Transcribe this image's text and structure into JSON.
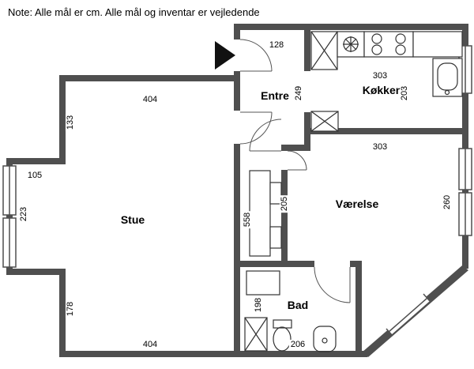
{
  "note": "Note: Alle mål er cm. Alle mål og inventar er vejledende",
  "units": "cm",
  "colors": {
    "wall": "#4f4f4f",
    "background": "#ffffff",
    "fixture_stroke": "#333333",
    "arrow": "#111111"
  },
  "rooms": [
    {
      "name": "stue",
      "label": "Stue"
    },
    {
      "name": "entre",
      "label": "Entre"
    },
    {
      "name": "kokken",
      "label": "Køkken"
    },
    {
      "name": "vaerelse",
      "label": "Værelse"
    },
    {
      "name": "bad",
      "label": "Bad"
    }
  ],
  "dimensions_cm": [
    {
      "value": "128",
      "location": "entre-top"
    },
    {
      "value": "404",
      "location": "stue-top"
    },
    {
      "value": "133",
      "location": "left-wall-upper"
    },
    {
      "value": "105",
      "location": "bay-top"
    },
    {
      "value": "223",
      "location": "bay-left"
    },
    {
      "value": "249",
      "location": "entre-right"
    },
    {
      "value": "303",
      "location": "kokken-width"
    },
    {
      "value": "203",
      "location": "kokken-depth"
    },
    {
      "value": "303",
      "location": "vaerelse-width"
    },
    {
      "value": "260",
      "location": "vaerelse-right"
    },
    {
      "value": "558",
      "location": "stue-right"
    },
    {
      "value": "205",
      "location": "hall-wall"
    },
    {
      "value": "198",
      "location": "bad-left"
    },
    {
      "value": "178",
      "location": "left-wall-lower"
    },
    {
      "value": "404",
      "location": "stue-bottom"
    },
    {
      "value": "206",
      "location": "bad-bottom"
    }
  ],
  "fixtures": [
    "entrance-arrow",
    "refrigerator",
    "kitchen-sink",
    "stove",
    "counter",
    "sink-unit",
    "kitchen-cabinet",
    "wardrobe",
    "shower",
    "washing-machine",
    "toilet",
    "bathroom-sink"
  ]
}
